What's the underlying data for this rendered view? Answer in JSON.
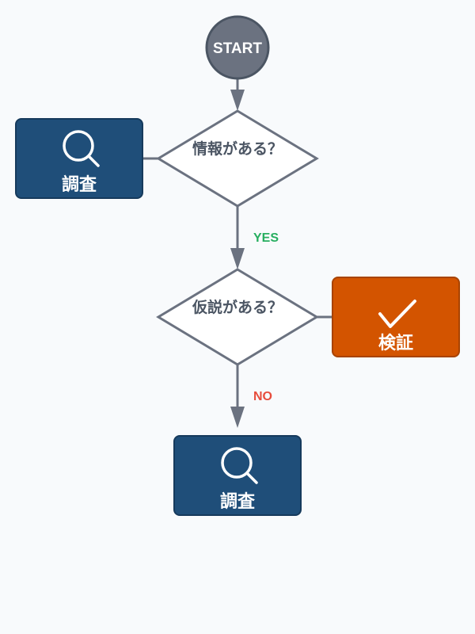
{
  "start": {
    "label": "START"
  },
  "decisions": [
    {
      "label": "情報がある？"
    },
    {
      "label": "仮説がある？"
    }
  ],
  "boxes": [
    {
      "label": "調査",
      "icon": "search-icon"
    },
    {
      "label": "検証",
      "icon": "check-icon"
    },
    {
      "label": "調査",
      "icon": "search-icon"
    }
  ],
  "edges": {
    "yes": "YES",
    "no": "NO"
  },
  "colors": {
    "start": "#6b7280",
    "edge": "#6b7280",
    "blue": "#1f4e79",
    "orange": "#d35400",
    "yes": "#27ae60",
    "no": "#e74c3c"
  }
}
